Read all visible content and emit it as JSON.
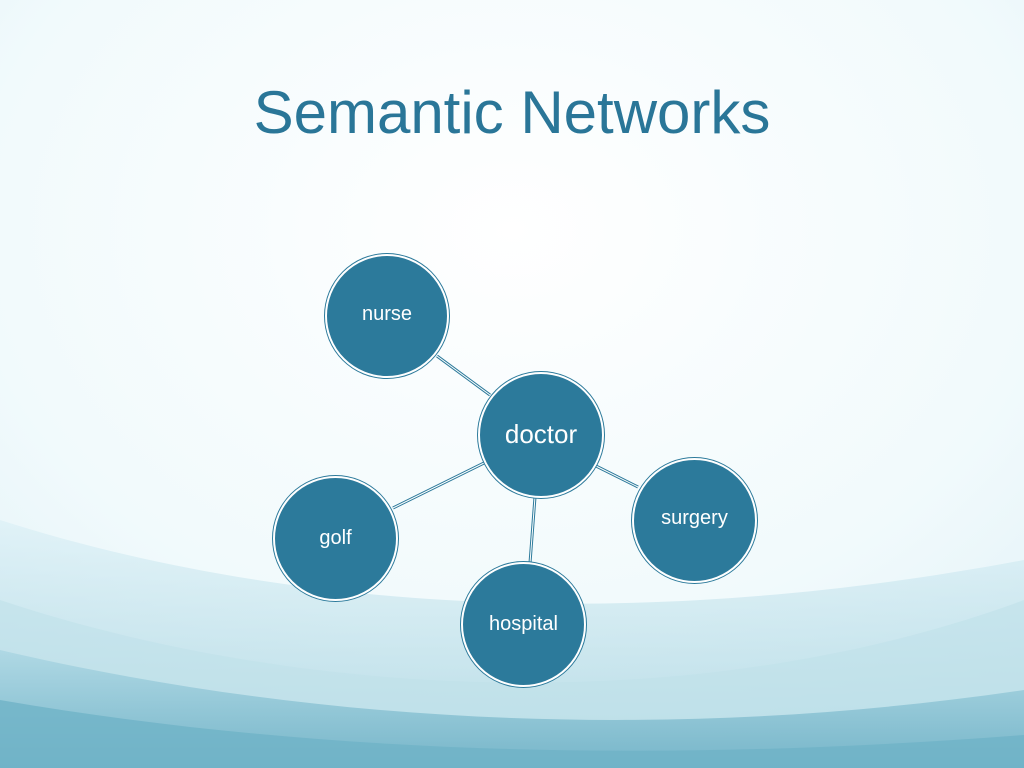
{
  "slide": {
    "title": "Semantic Networks"
  },
  "diagram": {
    "center": "doctor",
    "nodes": {
      "nurse": "nurse",
      "doctor": "doctor",
      "golf": "golf",
      "surgery": "surgery",
      "hospital": "hospital"
    },
    "edges": [
      [
        "doctor",
        "nurse"
      ],
      [
        "doctor",
        "golf"
      ],
      [
        "doctor",
        "surgery"
      ],
      [
        "doctor",
        "hospital"
      ]
    ]
  },
  "colors": {
    "title": "#2a7698",
    "node_fill": "#2c7a9b",
    "node_text": "#ffffff",
    "edge": "#2c7a9b",
    "background_top": "#f5fcfe",
    "background_bottom": "#7fbfd0"
  }
}
